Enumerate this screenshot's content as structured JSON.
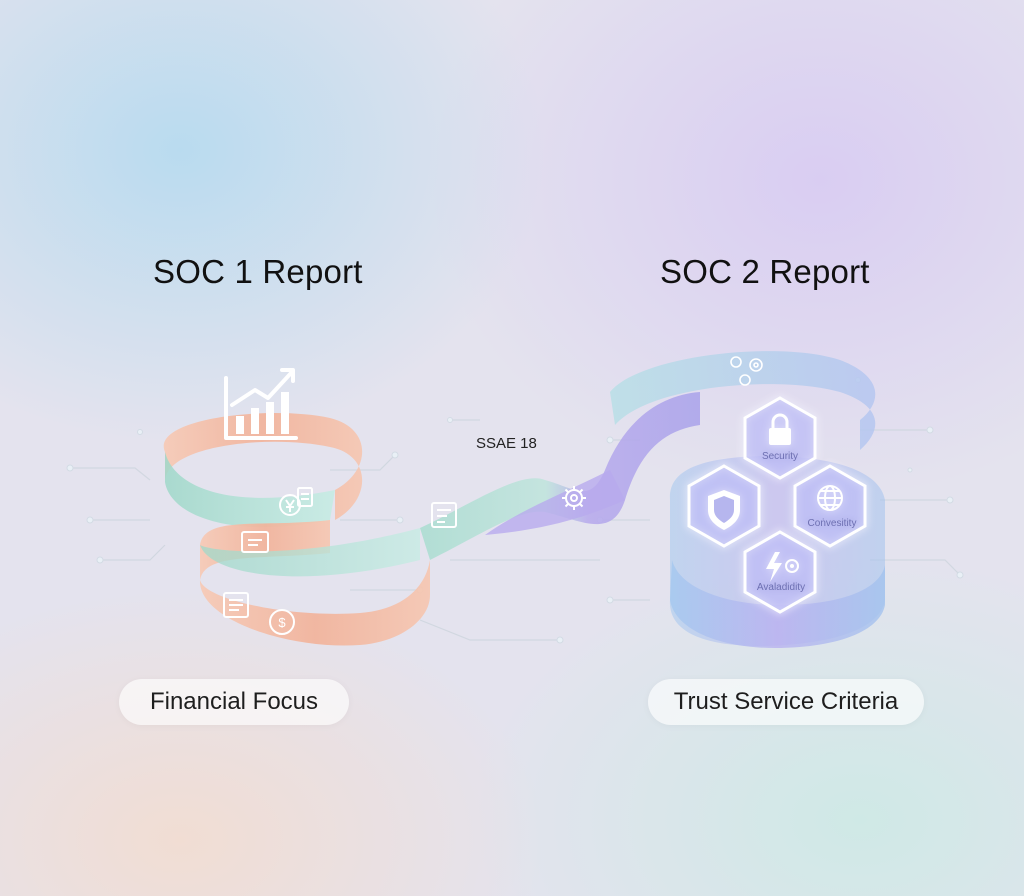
{
  "soc1": {
    "title": "SOC 1 Report",
    "focus_label": "Financial Focus"
  },
  "soc2": {
    "title": "SOC 2 Report",
    "criteria_label": "Trust Service Criteria",
    "hex_labels": {
      "security": "Security",
      "connectivity": "Coṅvesitity",
      "availability": "Avaladidity"
    }
  },
  "bridge": {
    "label": "SSAE 18"
  },
  "icons": {
    "soc1": [
      "bar-chart-growth-icon",
      "yen-document-icon",
      "document-icon",
      "ledger-document-icon",
      "dollar-coin-icon",
      "report-document-icon"
    ],
    "soc2": [
      "gear-icon",
      "gears-cluster-icon",
      "lock-icon",
      "shield-icon",
      "globe-icon",
      "lightning-gear-icon"
    ]
  },
  "colors": {
    "peach_ribbon": "#f2b59c",
    "mint_ribbon": "#a7ddd0",
    "lavender_ribbon": "#b7a9ee",
    "blue_ribbon": "#9cc0ec",
    "hex_glow": "#ffffff"
  }
}
